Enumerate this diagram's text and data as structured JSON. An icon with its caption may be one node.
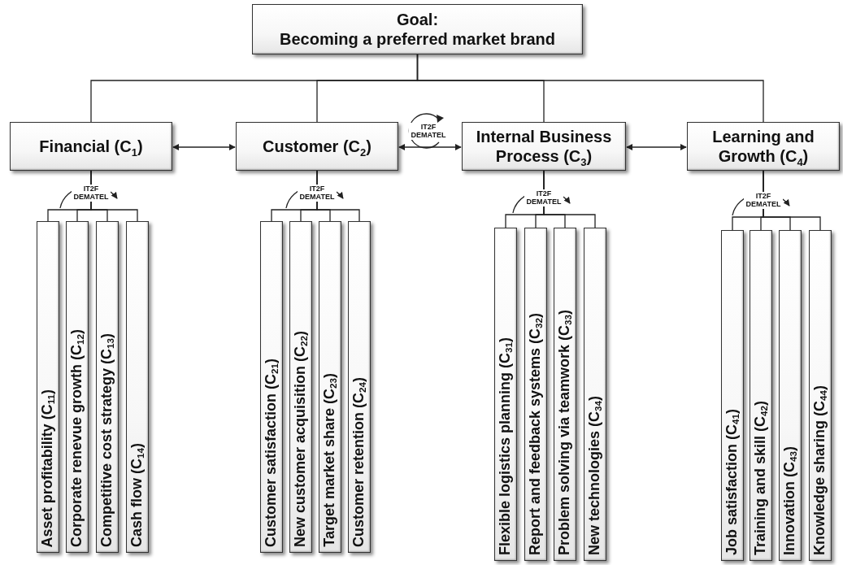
{
  "diagram": {
    "nodes": [
      {
        "text": [
          "Goal:",
          "Becoming a preferred market brand"
        ]
      },
      {
        "text": [
          "Financial (C$_{1}$)"
        ]
      },
      {
        "text": [
          "Customer (C$_{2}$)"
        ]
      },
      {
        "text": [
          "Internal Business Process (C$_{3}$)"
        ]
      },
      {
        "text": [
          "Learning and Growth (C$_{4}$)"
        ]
      },
      {
        "text": [
          "Asset profitability (C$_{11}$)"
        ]
      },
      {
        "text": [
          "Corporate renevue growth (C$_{12}$)"
        ]
      },
      {
        "text": [
          "Competitive cost strategy (C$_{13}$)"
        ]
      },
      {
        "text": [
          "Cash flow (C$_{14}$)"
        ]
      },
      {
        "text": [
          "Customer satisfaction (C$_{21}$)"
        ]
      },
      {
        "text": [
          "New customer acquisition (C$_{22}$)"
        ]
      },
      {
        "text": [
          "Target market share (C$_{23}$)"
        ]
      },
      {
        "text": [
          "Customer retention (C$_{24}$)"
        ]
      },
      {
        "text": [
          "Flexible logistics planning (C$_{31}$)"
        ]
      },
      {
        "text": [
          "Report and feedback systems (C$_{32}$)"
        ]
      },
      {
        "text": [
          "Problem solving via teamwork (C$_{33}$)"
        ]
      },
      {
        "text": [
          "New technologies (C$_{34}$)"
        ]
      },
      {
        "text": [
          "Job satisfaction (C$_{41}$)"
        ]
      },
      {
        "text": [
          "Training and skill (C$_{42}$)"
        ]
      },
      {
        "text": [
          "Innovation (C$_{43}$)"
        ]
      },
      {
        "text": [
          "Knowledge sharing (C$_{44}$)"
        ]
      }
    ],
    "edges": [
      {
        "from": 0,
        "to": 1,
        "arrow": "none"
      },
      {
        "from": 0,
        "to": 2,
        "arrow": "none"
      },
      {
        "from": 0,
        "to": 3,
        "arrow": "none"
      },
      {
        "from": 0,
        "to": 4,
        "arrow": "none"
      },
      {
        "from": 1,
        "to": 2,
        "arrow": "both"
      },
      {
        "from": 2,
        "to": 3,
        "arrow": "both"
      },
      {
        "from": 3,
        "to": 4,
        "arrow": "both"
      },
      {
        "from": 1,
        "to": 5,
        "arrow": "none"
      },
      {
        "from": 1,
        "to": 6,
        "arrow": "none"
      },
      {
        "from": 1,
        "to": 7,
        "arrow": "none"
      },
      {
        "from": 1,
        "to": 8,
        "arrow": "none"
      },
      {
        "from": 2,
        "to": 9,
        "arrow": "none"
      },
      {
        "from": 2,
        "to": 10,
        "arrow": "none"
      },
      {
        "from": 2,
        "to": 11,
        "arrow": "none"
      },
      {
        "from": 2,
        "to": 12,
        "arrow": "none"
      },
      {
        "from": 3,
        "to": 13,
        "arrow": "none"
      },
      {
        "from": 3,
        "to": 14,
        "arrow": "none"
      },
      {
        "from": 3,
        "to": 15,
        "arrow": "none"
      },
      {
        "from": 3,
        "to": 16,
        "arrow": "none"
      },
      {
        "from": 4,
        "to": 17,
        "arrow": "none"
      },
      {
        "from": 4,
        "to": 18,
        "arrow": "none"
      },
      {
        "from": 4,
        "to": 19,
        "arrow": "none"
      },
      {
        "from": 4,
        "to": 20,
        "arrow": "none"
      }
    ],
    "labels": [
      "IT2F DEMATEL",
      "IT2F DEMATEL",
      "IT2F DEMATEL",
      "IT2F DEMATEL",
      "IT2F DEMATEL"
    ]
  }
}
